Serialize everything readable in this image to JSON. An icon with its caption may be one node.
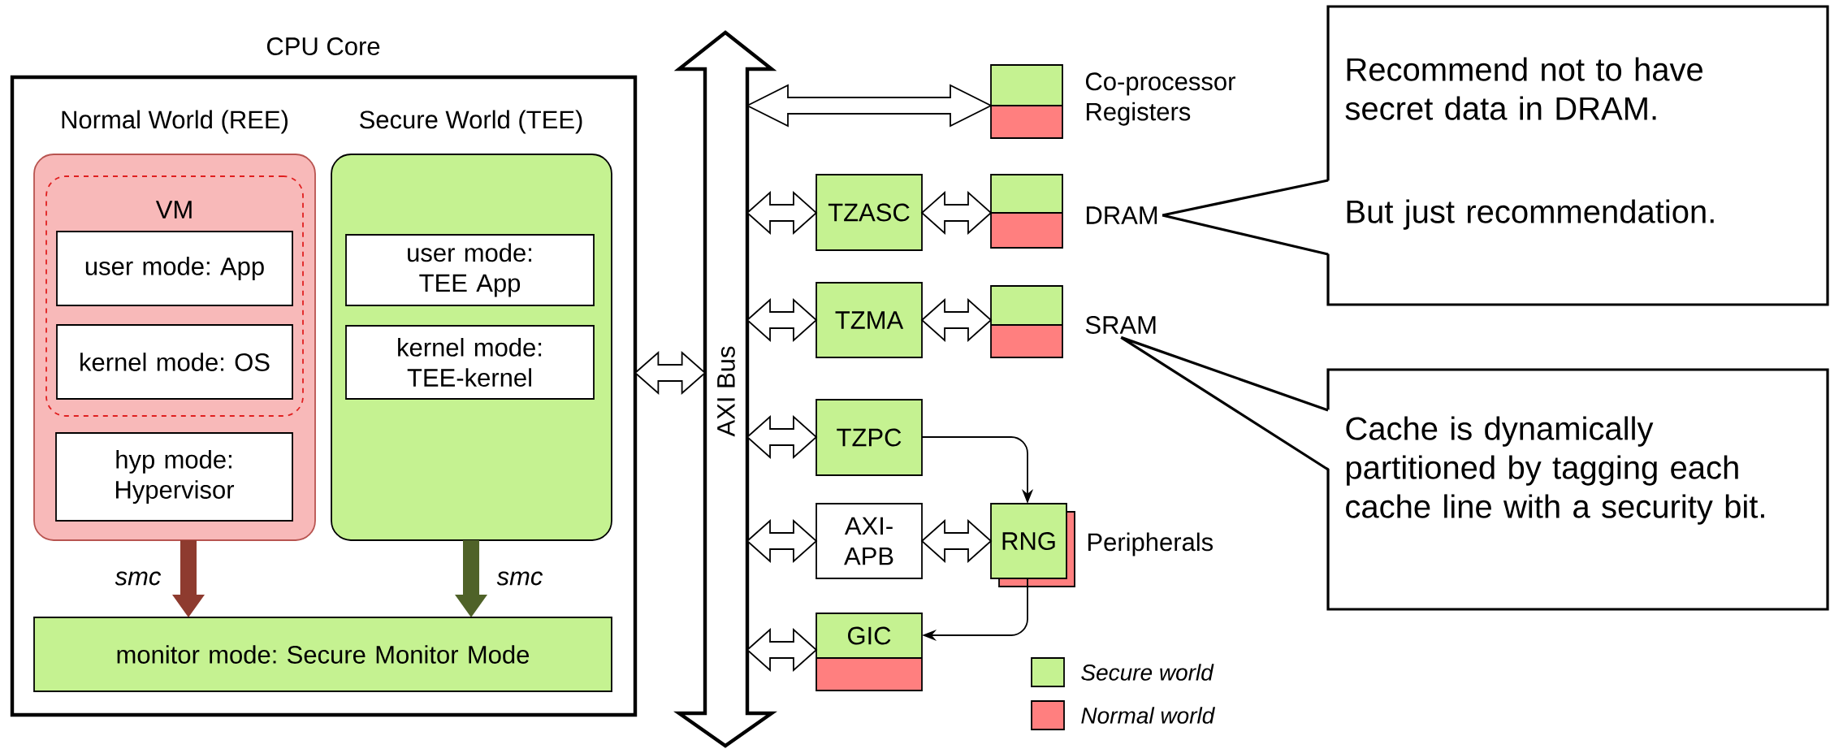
{
  "diagram": {
    "nodes": [
      {
        "text": [
          "CPU Core"
        ]
      },
      {
        "text": [
          "Normal World (REE)"
        ],
        "in": 0
      },
      {
        "text": [
          "VM"
        ],
        "in": 1
      },
      {
        "text": [
          "user mode: App"
        ],
        "in": 2
      },
      {
        "text": [
          "kernel mode: OS"
        ],
        "in": 2
      },
      {
        "text": [
          "hyp mode: Hypervisor"
        ],
        "in": 1
      },
      {
        "text": [
          "Secure World (TEE)"
        ],
        "in": 0
      },
      {
        "text": [
          "user mode: TEE App"
        ],
        "in": 6
      },
      {
        "text": [
          "kernel mode: TEE-kernel"
        ],
        "in": 6
      },
      {
        "text": [
          "monitor mode: Secure Monitor Mode"
        ],
        "in": 0
      },
      {
        "text": [
          "AXI Bus"
        ]
      },
      {
        "text": [],
        "shape": "box",
        "beside": [
          "Co-processor Registers"
        ]
      },
      {
        "text": [
          "TZASC"
        ]
      },
      {
        "text": [],
        "shape": "box"
      },
      {
        "text": [
          "DRAM"
        ]
      },
      {
        "text": [
          "TZMA"
        ]
      },
      {
        "text": [],
        "shape": "box"
      },
      {
        "text": [
          "SRAM"
        ]
      },
      {
        "text": [
          "TZPC"
        ]
      },
      {
        "text": [
          "AXI-APB"
        ]
      },
      {
        "text": [
          "RNG"
        ],
        "beside": [
          "Peripherals"
        ]
      },
      {
        "text": [
          "GIC"
        ]
      },
      {
        "text": [
          "Recommend not to have secret data in DRAM.",
          "But just recommendation."
        ]
      },
      {
        "text": [
          "Cache is dynamically partitioned by tagging each cache line with a security bit."
        ]
      }
    ],
    "edges": [
      {
        "from": 1,
        "to": 9,
        "arrow": "to",
        "label": "smc",
        "style": "thick",
        "color": "#8e3b2f"
      },
      {
        "from": 6,
        "to": 9,
        "arrow": "to",
        "label": "smc",
        "style": "thick",
        "color": "#4f6228"
      },
      {
        "from": 0,
        "to": 10,
        "arrow": "both"
      },
      {
        "from": 10,
        "to": 11,
        "arrow": "both"
      },
      {
        "from": 10,
        "to": 12,
        "arrow": "both"
      },
      {
        "from": 12,
        "to": 13,
        "arrow": "both"
      },
      {
        "from": 10,
        "to": 15,
        "arrow": "both"
      },
      {
        "from": 15,
        "to": 16,
        "arrow": "both"
      },
      {
        "from": 10,
        "to": 18,
        "arrow": "both"
      },
      {
        "from": 10,
        "to": 19,
        "arrow": "both"
      },
      {
        "from": 19,
        "to": 20,
        "arrow": "both"
      },
      {
        "from": 10,
        "to": 21,
        "arrow": "both"
      },
      {
        "from": 18,
        "to": 20,
        "arrow": "to"
      },
      {
        "from": 20,
        "to": 21,
        "arrow": "to"
      },
      {
        "from": 22,
        "to": 14,
        "arrow": "none"
      },
      {
        "from": 23,
        "to": 17,
        "arrow": "none"
      }
    ],
    "legend": [
      {
        "text": "Secure world",
        "color": "#c5f291"
      },
      {
        "text": "Normal world",
        "color": "#ff7f7f"
      }
    ]
  }
}
